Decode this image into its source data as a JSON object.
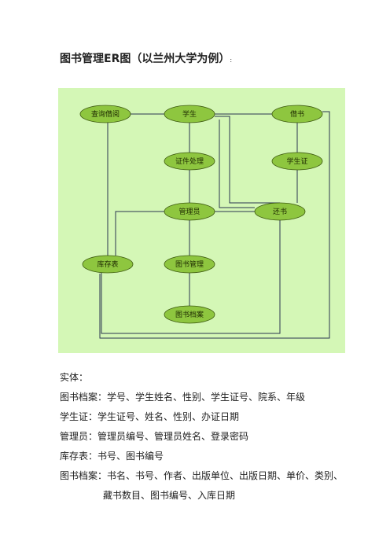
{
  "title": {
    "main": "图书管理ER图（以兰州大学为例）",
    "suffix": ":"
  },
  "diagram": {
    "nodes": [
      {
        "id": "query",
        "label": "查询借阅"
      },
      {
        "id": "student",
        "label": "学生"
      },
      {
        "id": "borrow",
        "label": "借书"
      },
      {
        "id": "cert_process",
        "label": "证件处理"
      },
      {
        "id": "student_card",
        "label": "学生证"
      },
      {
        "id": "admin",
        "label": "管理员"
      },
      {
        "id": "return",
        "label": "还书"
      },
      {
        "id": "inventory",
        "label": "库存表"
      },
      {
        "id": "book_mgmt",
        "label": "图书管理"
      },
      {
        "id": "book_archive",
        "label": "图书档案"
      }
    ]
  },
  "entities": {
    "heading": "实体：",
    "rows": [
      "图书档案：学号、学生姓名、性别、学生证号、院系、年级",
      "学生证：学生证号、姓名、性别、办证日期",
      "管理员：管理员编号、管理员姓名、登录密码",
      "库存表：书号、图书编号",
      "图书档案：书名、书号、作者、出版单位、出版日期、单价、类别、",
      "藏书数目、图书编号、入库日期"
    ]
  },
  "colors": {
    "background": "#d4f7b6",
    "node_fill": "#8ec63f",
    "node_stroke": "#3d5a10",
    "line": "#2a3550"
  }
}
